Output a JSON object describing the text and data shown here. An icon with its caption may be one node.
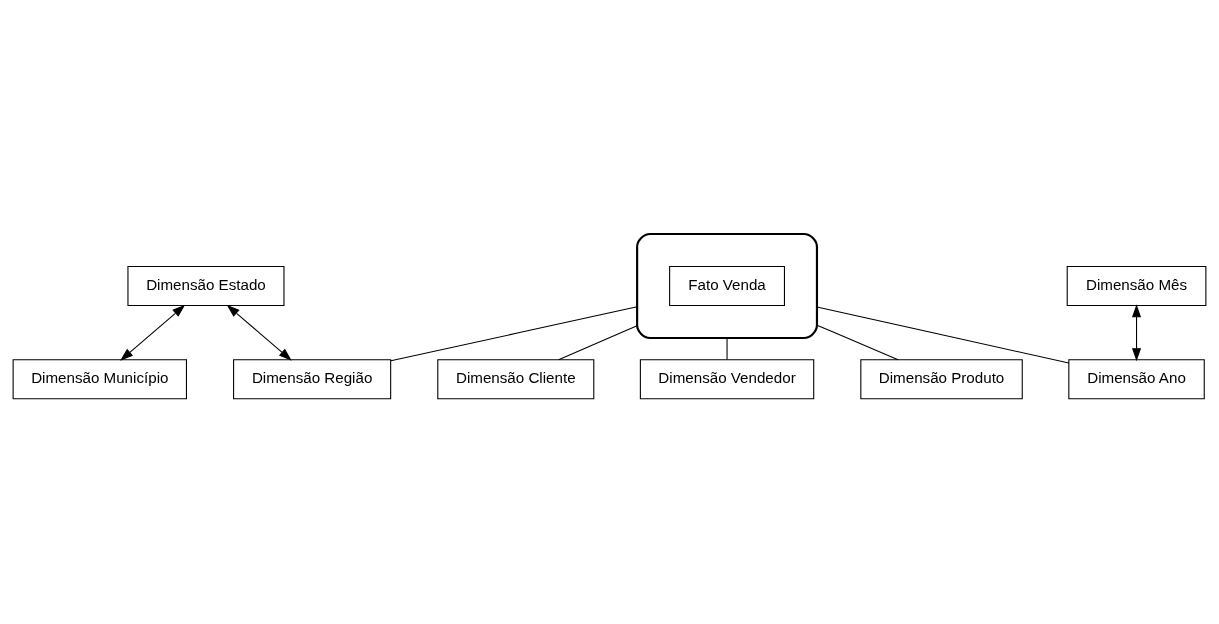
{
  "diagram": {
    "nodes": [
      {
        "text": [
          "Dimensão Estado"
        ]
      },
      {
        "text": [
          "Dimensão Região"
        ]
      },
      {
        "text": [
          "Dimensão Município"
        ]
      },
      {
        "text": [
          "Dimensão Cliente"
        ]
      },
      {
        "text": [
          "Dimensão Mês"
        ]
      },
      {
        "text": [
          "Dimensão Ano"
        ]
      },
      {
        "text": [],
        "shape": "star"
      },
      {
        "text": [
          "Fato Venda"
        ],
        "in": 6
      },
      {
        "text": [
          "Dimensão Vendedor"
        ]
      },
      {
        "text": [
          "Dimensão Produto"
        ]
      }
    ],
    "edges": [
      {
        "from": 0,
        "to": 1,
        "arrow": "both"
      },
      {
        "from": 0,
        "to": 2,
        "arrow": "both"
      },
      {
        "from": 4,
        "to": 5,
        "arrow": "both"
      },
      {
        "from": 6,
        "to": 3,
        "arrow": "none"
      },
      {
        "from": 6,
        "to": 5,
        "arrow": "none"
      },
      {
        "from": 6,
        "to": 9,
        "arrow": "none"
      },
      {
        "from": 6,
        "to": 8,
        "arrow": "none"
      },
      {
        "from": 6,
        "to": 1,
        "arrow": "none"
      }
    ]
  }
}
